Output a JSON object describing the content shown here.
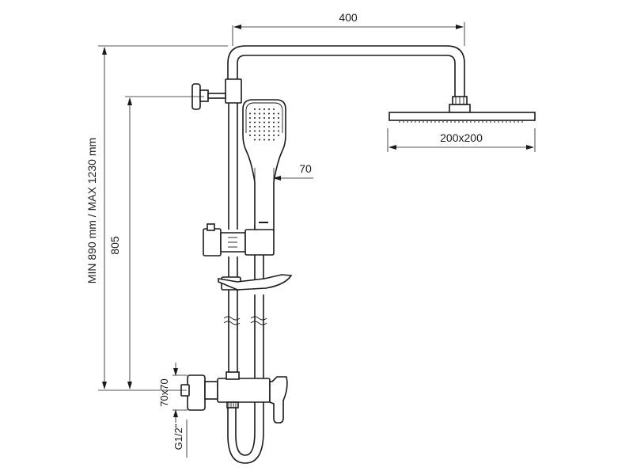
{
  "dimensions": {
    "arm_width": "400",
    "head_size": "200x200",
    "hand_shower_width": "70",
    "rail_height": "805",
    "total_height": "MIN 890 mm / MAX 1230 mm",
    "wall_plate": "70x70",
    "inlet_thread": "G1/2\""
  }
}
